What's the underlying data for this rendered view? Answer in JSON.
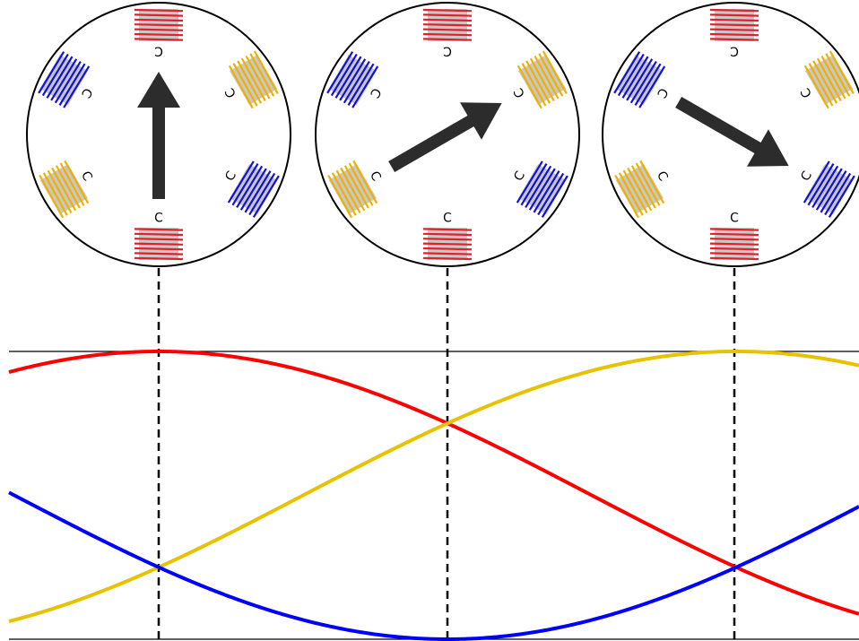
{
  "colors": {
    "phase_red": "#ff0000",
    "phase_yellow": "#e6c200",
    "phase_blue": "#0000ff",
    "coil_red": "#e0202a",
    "coil_yellow": "#f0b000",
    "coil_blue": "#1010e0",
    "coil_core": "#c8c8c8",
    "arrow": "#2c2c2c",
    "outline": "#000000",
    "background": "#ffffff"
  },
  "coil_symbol": "Ↄ",
  "stator_count": 3,
  "arrow_directions_deg": [
    90,
    30,
    -30
  ],
  "phase_order": [
    "red",
    "yellow",
    "blue"
  ],
  "snapshot_phase_angles_deg": [
    90,
    150,
    210
  ],
  "icons": [
    "stator-ring",
    "coil",
    "field-arrow",
    "rotation-symbol"
  ]
}
